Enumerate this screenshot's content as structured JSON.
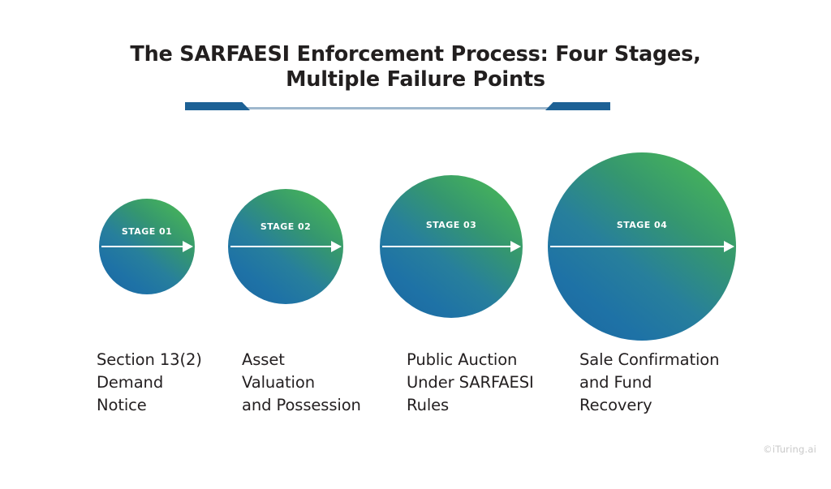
{
  "title": {
    "line1": "The SARFAESI Enforcement Process: Four Stages,",
    "line2": "Multiple Failure Points"
  },
  "divider": {
    "accent_color": "#1d6195",
    "line_color": "#9fb8cd"
  },
  "palette": {
    "gradient_start": "#1b67a0",
    "gradient_end": "#4cbb59",
    "title_color": "#221f1f",
    "caption_color": "#231f20",
    "watermark_color": "#c9c9c9",
    "background": "#ffffff"
  },
  "chart_data": {
    "type": "diagram",
    "title": "The SARFAESI Enforcement Process: Four Stages, Multiple Failure Points",
    "categories": [
      "STAGE 01",
      "STAGE 02",
      "STAGE 03",
      "STAGE 04"
    ],
    "values": [
      118,
      142,
      176,
      232
    ],
    "value_unit": "circle diameter (px)",
    "labels": [
      "Section 13(2) Demand Notice",
      "Asset Valuation and Possession",
      "Public Auction Under SARFAESI Rules",
      "Sale Confirmation and Fund Recovery"
    ]
  },
  "stages": [
    {
      "id": "stage-01",
      "badge": "STAGE 01",
      "caption_lines": [
        "Section 13(2)",
        "Demand",
        "Notice"
      ],
      "caption_text": "Section 13(2) Demand Notice"
    },
    {
      "id": "stage-02",
      "badge": "STAGE 02",
      "caption_lines": [
        "Asset",
        "Valuation",
        "and Possession"
      ],
      "caption_text": "Asset Valuation and Possession"
    },
    {
      "id": "stage-03",
      "badge": "STAGE 03",
      "caption_lines": [
        "Public Auction",
        "Under SARFAESI",
        "Rules"
      ],
      "caption_text": "Public Auction Under SARFAESI Rules"
    },
    {
      "id": "stage-04",
      "badge": "STAGE 04",
      "caption_lines": [
        "Sale Confirmation",
        "and Fund",
        "Recovery"
      ],
      "caption_text": "Sale Confirmation and Fund Recovery"
    }
  ],
  "watermark": {
    "text": "©iTuring.ai"
  }
}
